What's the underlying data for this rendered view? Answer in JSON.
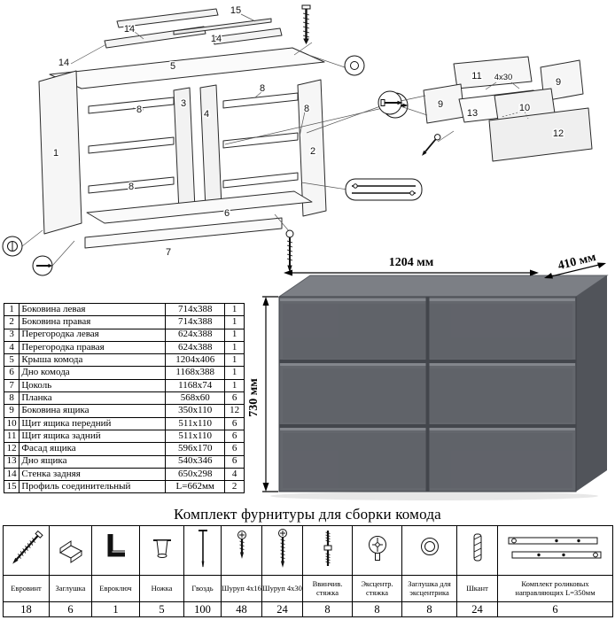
{
  "dimensions": {
    "width": "1204 мм",
    "depth": "410 мм",
    "height": "730 мм"
  },
  "diagram": {
    "p1": "1",
    "p2": "2",
    "p3": "3",
    "p4": "4",
    "p5": "5",
    "p6": "6",
    "p7": "7",
    "p8": "8",
    "p9": "9",
    "p10": "10",
    "p11": "11",
    "p12": "12",
    "p13": "13",
    "p14": "14",
    "p15": "15",
    "screw_note": "4x30"
  },
  "product": {
    "colors": {
      "body": "#64676d",
      "top": "#7c7f85",
      "side": "#51545a"
    }
  },
  "parts": {
    "rows": [
      {
        "num": "1",
        "name": "Боковина левая",
        "size": "714x388",
        "qty": "1"
      },
      {
        "num": "2",
        "name": "Боковина правая",
        "size": "714x388",
        "qty": "1"
      },
      {
        "num": "3",
        "name": "Перегородка левая",
        "size": "624x388",
        "qty": "1"
      },
      {
        "num": "4",
        "name": "Перегородка правая",
        "size": "624x388",
        "qty": "1"
      },
      {
        "num": "5",
        "name": "Крыша комода",
        "size": "1204x406",
        "qty": "1"
      },
      {
        "num": "6",
        "name": "Дно комода",
        "size": "1168x388",
        "qty": "1"
      },
      {
        "num": "7",
        "name": "Цоколь",
        "size": "1168x74",
        "qty": "1"
      },
      {
        "num": "8",
        "name": "Планка",
        "size": "568x60",
        "qty": "6"
      },
      {
        "num": "9",
        "name": "Боковина ящика",
        "size": "350x110",
        "qty": "12"
      },
      {
        "num": "10",
        "name": "Щит ящика передний",
        "size": "511x110",
        "qty": "6"
      },
      {
        "num": "11",
        "name": "Щит ящика задний",
        "size": "511x110",
        "qty": "6"
      },
      {
        "num": "12",
        "name": "Фасад ящика",
        "size": "596x170",
        "qty": "6"
      },
      {
        "num": "13",
        "name": "Дно ящика",
        "size": "540x346",
        "qty": "6"
      },
      {
        "num": "14",
        "name": "Стенка задняя",
        "size": "650x298",
        "qty": "4"
      },
      {
        "num": "15",
        "name": "Профиль соединительный",
        "size": "L=662мм",
        "qty": "2"
      }
    ]
  },
  "hardware": {
    "title": "Комплект фурнитуры для сборки комода",
    "items": [
      {
        "name": "Евровинт",
        "qty": "18",
        "icon": "euroscrew-icon"
      },
      {
        "name": "Заглушка",
        "qty": "6",
        "icon": "cap-icon"
      },
      {
        "name": "Евроключ",
        "qty": "1",
        "icon": "hex-key-icon"
      },
      {
        "name": "Ножка",
        "qty": "5",
        "icon": "leg-icon"
      },
      {
        "name": "Гвоздь",
        "qty": "100",
        "icon": "nail-icon"
      },
      {
        "name": "Шуруп 4x16",
        "qty": "48",
        "icon": "screw-short-icon"
      },
      {
        "name": "Шуруп 4x30",
        "qty": "24",
        "icon": "screw-long-icon"
      },
      {
        "name": "Ввинчив. стяжка",
        "qty": "8",
        "icon": "connecting-bolt-icon"
      },
      {
        "name": "Эксцентр. стяжка",
        "qty": "8",
        "icon": "cam-lock-icon"
      },
      {
        "name": "Заглушка для эксцентрика",
        "qty": "8",
        "icon": "cam-cap-icon"
      },
      {
        "name": "Шкант",
        "qty": "24",
        "icon": "dowel-icon"
      },
      {
        "name": "Комплект роликовых направляющих L=350мм",
        "qty": "6",
        "icon": "drawer-slides-icon"
      }
    ]
  }
}
